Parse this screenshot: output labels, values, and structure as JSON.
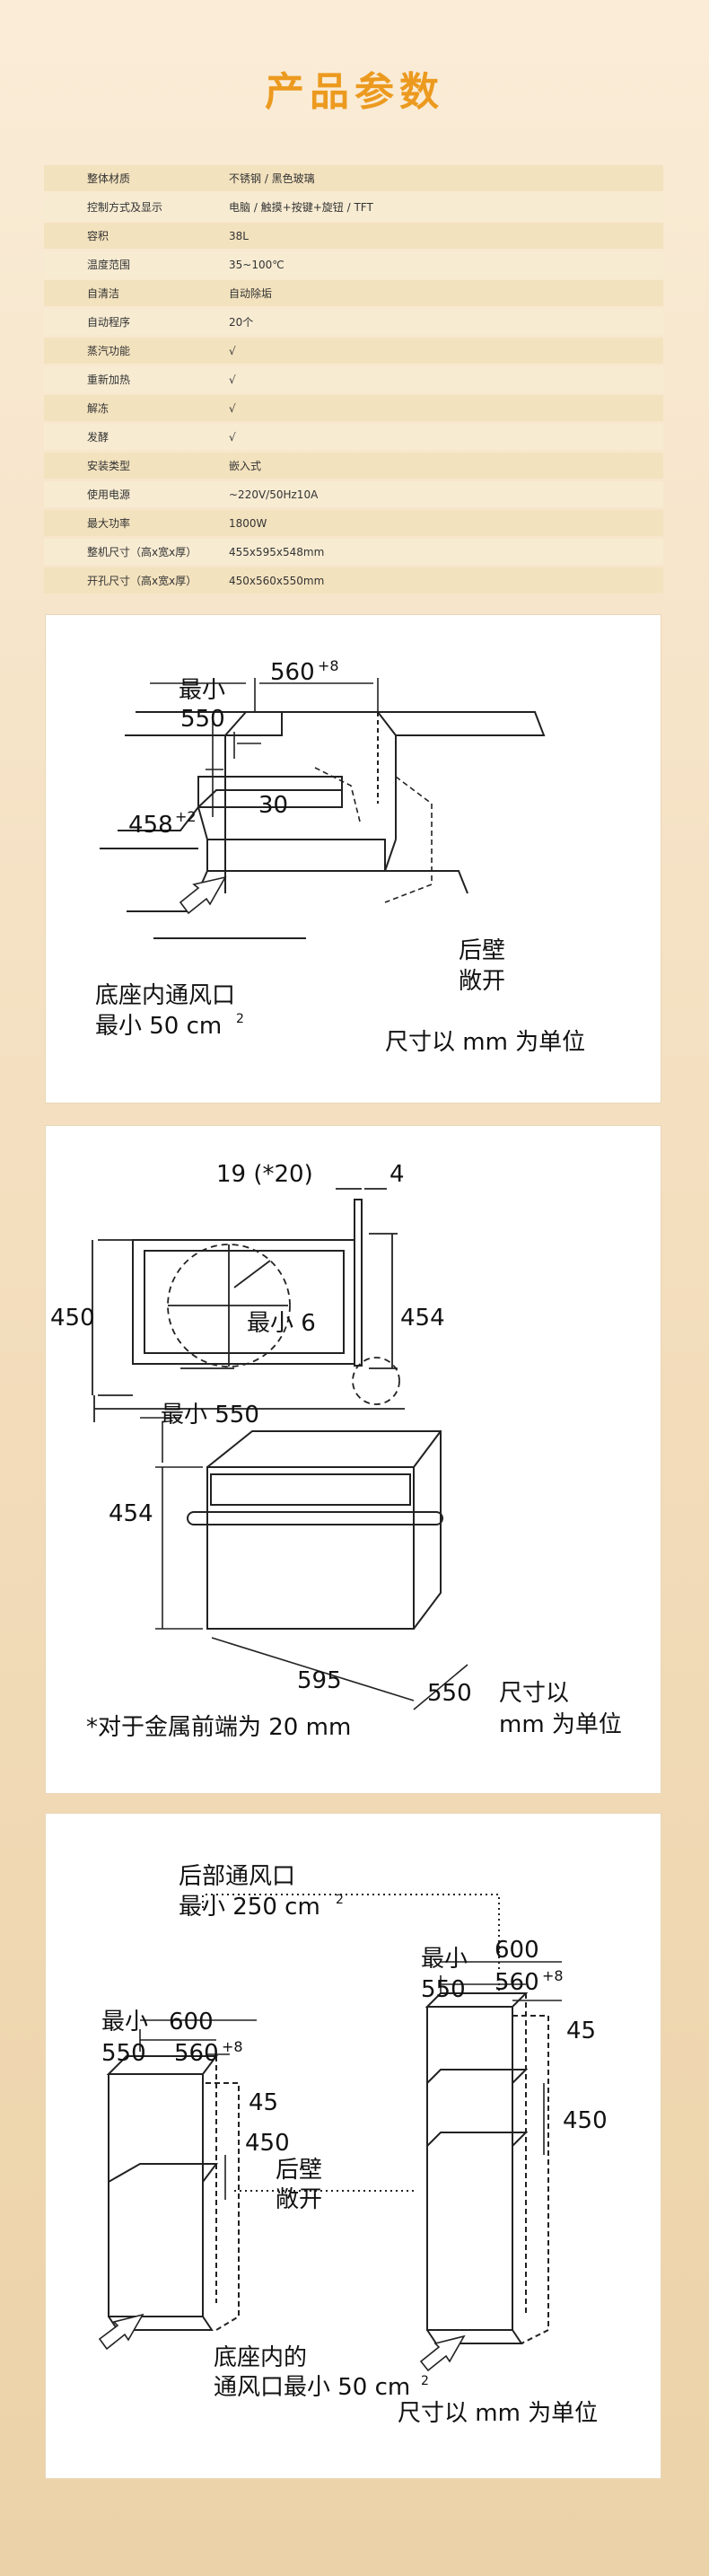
{
  "title": "产品参数",
  "specs": [
    {
      "label": "整体材质",
      "value": "不锈钢 / 黑色玻璃"
    },
    {
      "label": "控制方式及显示",
      "value": "电脑 / 触摸+按键+旋钮 / TFT"
    },
    {
      "label": "容积",
      "value": "38L"
    },
    {
      "label": "温度范围",
      "value": "35~100℃"
    },
    {
      "label": "自清洁",
      "value": "自动除垢"
    },
    {
      "label": "自动程序",
      "value": "20个"
    },
    {
      "label": "蒸汽功能",
      "value": "√"
    },
    {
      "label": "重新加热",
      "value": "√"
    },
    {
      "label": "解冻",
      "value": "√"
    },
    {
      "label": "发酵",
      "value": "√"
    },
    {
      "label": "安装类型",
      "value": "嵌入式"
    },
    {
      "label": "使用电源",
      "value": "~220V/50Hz10A"
    },
    {
      "label": "最大功率",
      "value": "1800W"
    },
    {
      "label": "整机尺寸（高x宽x厚）",
      "value": "455x595x548mm"
    },
    {
      "label": "开孔尺寸（高x宽x厚）",
      "value": "450x560x550mm"
    }
  ],
  "diagram1": {
    "min_label": "最小",
    "d550": "550",
    "d560": "560",
    "d560_tol": "+8",
    "d458": "458",
    "d458_tol": "+2",
    "d30": "30",
    "rear_wall_1": "后壁",
    "rear_wall_2": "敞开",
    "vent_line1": "底座内通风口",
    "vent_line2": "最小 50 cm",
    "vent_sup": "2",
    "unit_note": "尺寸以 mm 为单位"
  },
  "diagram2": {
    "d19": "19 (*20)",
    "d4": "4",
    "d450": "450",
    "d454a": "454",
    "min6": "最小 6",
    "min550": "最小 550",
    "d454b": "454",
    "d595": "595",
    "d550": "550",
    "unit_line1": "尺寸以",
    "unit_line2": "mm 为单位",
    "footnote": "*对于金属前端为 20 mm"
  },
  "diagram3": {
    "rear_vent_1": "后部通风口",
    "rear_vent_2": "最小 250 cm",
    "rear_vent_sup": "2",
    "min_label": "最小",
    "d550": "550",
    "d600": "600",
    "d560": "560",
    "d560_tol": "+8",
    "d45": "45",
    "d450": "450",
    "rear_wall_1": "后壁",
    "rear_wall_2": "敞开",
    "base_vent_1": "底座内的",
    "base_vent_2": "通风口最小 50 cm",
    "base_vent_sup": "2",
    "unit_note": "尺寸以 mm 为单位"
  }
}
